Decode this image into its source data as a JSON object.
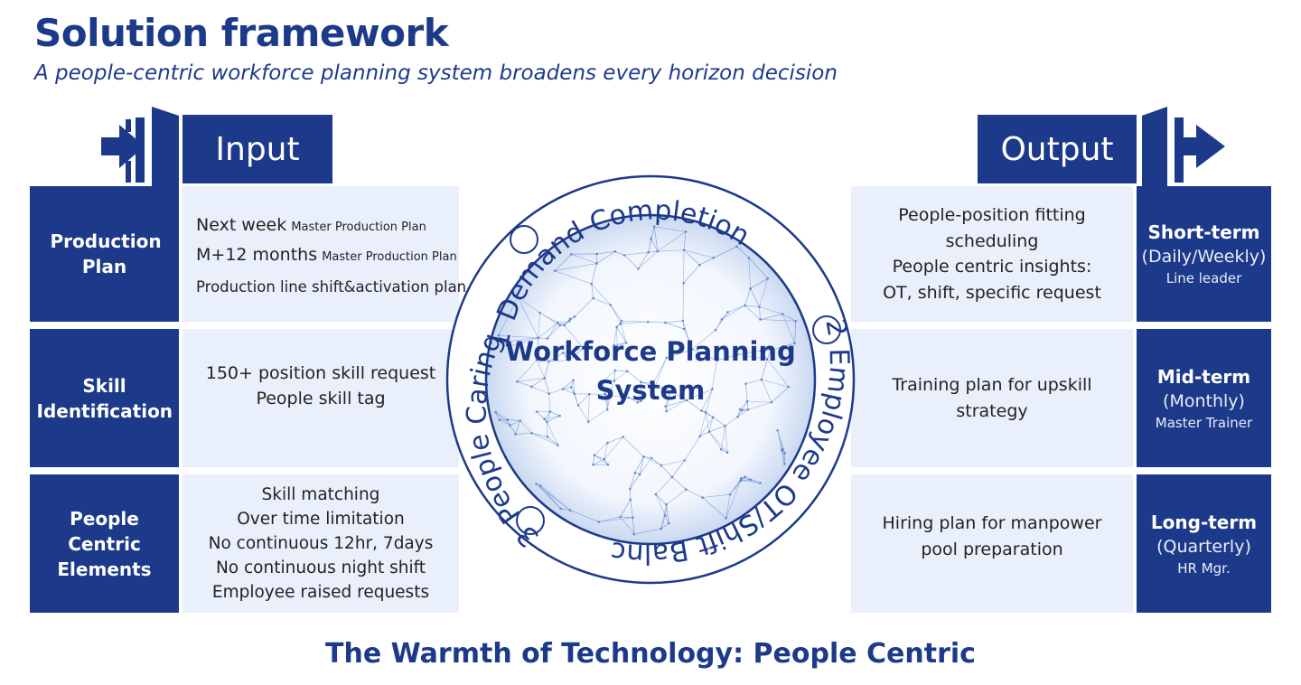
{
  "header": {
    "title": "Solution framework",
    "subtitle": "A people-centric workforce planning system broadens every horizon decision"
  },
  "colors": {
    "primary": "#1d3a8a",
    "light_fill": "#eaf0fb",
    "globe_line": "#4a78c8"
  },
  "input": {
    "label": "Input",
    "rows": [
      {
        "category": "Production Plan",
        "items": [
          {
            "main": "Next week",
            "small": "Master Production Plan"
          },
          {
            "main": "M+12 months",
            "small": "Master Production Plan"
          },
          {
            "main": "Production line shift&activation plan",
            "small": ""
          }
        ]
      },
      {
        "category": "Skill Identification",
        "items": [
          "150+ position skill request",
          "People skill tag"
        ]
      },
      {
        "category": "People Centric Elements",
        "items": [
          "Skill matching",
          "Over time limitation",
          "No continuous 12hr, 7days",
          "No continuous night shift",
          "Employee raised requests"
        ]
      }
    ]
  },
  "output": {
    "label": "Output",
    "rows": [
      {
        "items": [
          "People-position fitting",
          "scheduling",
          "People centric insights:",
          "OT, shift, specific request"
        ],
        "horizon": "Short-term",
        "period": "(Daily/Weekly)",
        "owner": "Line leader"
      },
      {
        "items": [
          "Training plan for upskill",
          "strategy"
        ],
        "horizon": "Mid-term",
        "period": "(Monthly)",
        "owner": "Master Trainer"
      },
      {
        "items": [
          "Hiring plan for manpower",
          "pool preparation"
        ],
        "horizon": "Long-term",
        "period": "(Quarterly)",
        "owner": "HR Mgr."
      }
    ]
  },
  "center": {
    "title_line1": "Workforce Planning",
    "title_line2": "System",
    "pillars": [
      {
        "number": "1",
        "text": "Demand Completion"
      },
      {
        "number": "2",
        "text": "Employee OT/Shift Balnce"
      },
      {
        "number": "3",
        "text": "People Caring"
      }
    ]
  },
  "icons": {
    "input_arrow": "arrow-into-door-icon",
    "output_arrow": "arrow-out-of-door-icon"
  },
  "footer": {
    "text": "The Warmth of Technology: People Centric"
  }
}
